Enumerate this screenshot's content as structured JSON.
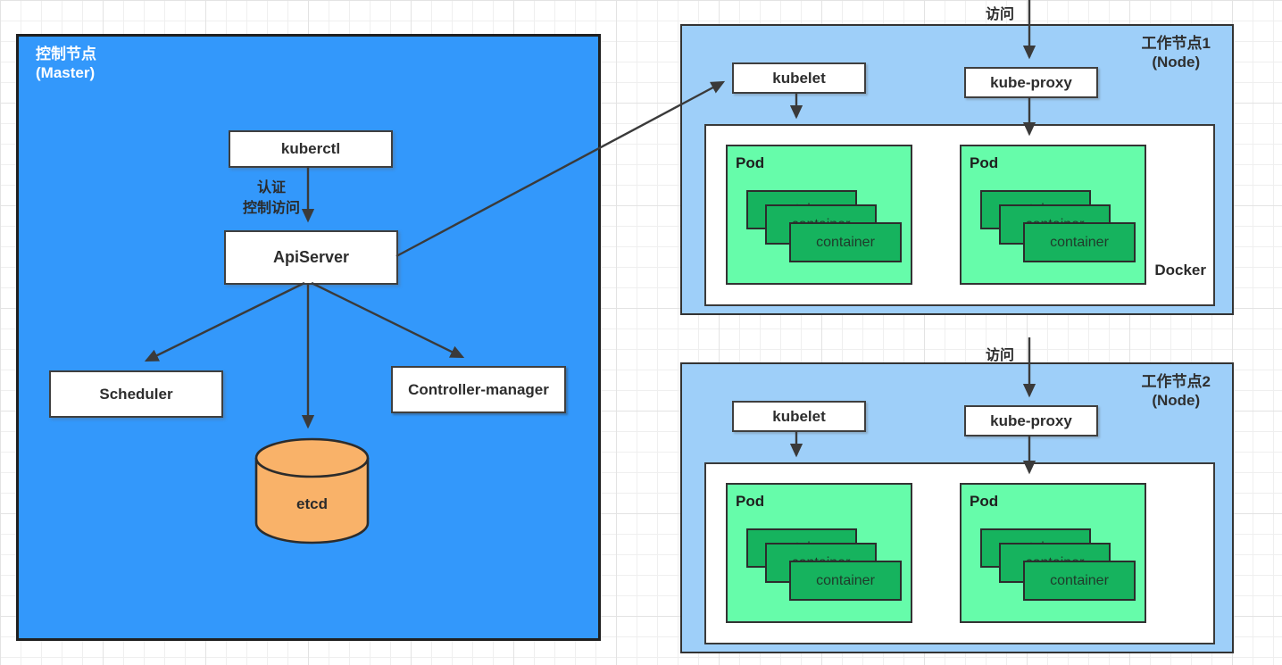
{
  "colors": {
    "master_blue": "#3398fb",
    "node_blue": "#9ecff9",
    "pod_green": "#66fcaa",
    "container_green": "#16b35e",
    "etcd_orange": "#f9b269",
    "line_dark": "#3a3a3a"
  },
  "master": {
    "title_line1": "控制节点",
    "title_line2": "(Master)",
    "kuberctl": "kuberctl",
    "auth_line1": "认证",
    "auth_line2": "控制访问",
    "apiserver": "ApiServer",
    "scheduler": "Scheduler",
    "controller_manager": "Controller-manager",
    "etcd": "etcd"
  },
  "nodes": [
    {
      "title_line1": "工作节点1",
      "title_line2": "(Node)",
      "access_label": "访问",
      "kubelet": "kubelet",
      "kube_proxy": "kube-proxy",
      "docker_label": "Docker",
      "pods": [
        {
          "label": "Pod",
          "containers": [
            "container",
            "container",
            "container"
          ]
        },
        {
          "label": "Pod",
          "containers": [
            "container",
            "container",
            "container"
          ]
        }
      ]
    },
    {
      "title_line1": "工作节点2",
      "title_line2": "(Node)",
      "access_label": "访问",
      "kubelet": "kubelet",
      "kube_proxy": "kube-proxy",
      "pods": [
        {
          "label": "Pod",
          "containers": [
            "container",
            "container",
            "container"
          ]
        },
        {
          "label": "Pod",
          "containers": [
            "container",
            "container",
            "container"
          ]
        }
      ]
    }
  ]
}
